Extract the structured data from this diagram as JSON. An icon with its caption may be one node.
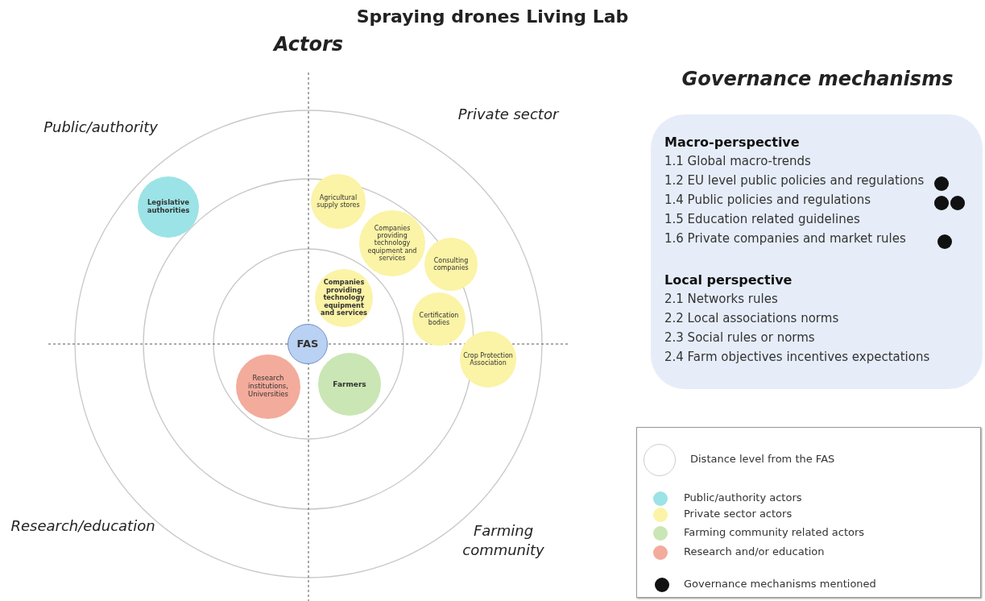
{
  "diagram": {
    "title": "Spraying drones Living Lab",
    "nodes": [
      {
        "text": [
          "Legislative authorities"
        ]
      },
      {
        "text": [
          "Agricultural supply stores"
        ]
      },
      {
        "text": [
          "Companies providing technology equipment and services"
        ]
      },
      {
        "text": [
          "Consulting companies"
        ]
      },
      {
        "text": [
          "Companies providing technology equipment and services"
        ]
      },
      {
        "text": [
          "Certification bodies"
        ]
      },
      {
        "text": [
          "Crop Protection Association"
        ]
      },
      {
        "text": [
          "FAS"
        ]
      },
      {
        "text": [
          "Research institutions, Universities"
        ]
      },
      {
        "text": [
          "Farmers"
        ]
      },
      {
        "text": [
          "Macro-perspective",
          "1.1 Global macro-trends",
          "1.2 EU level public policies and regulations",
          "1.4 Public policies and regulations",
          "1.5 Education related guidelines",
          "1.6 Private companies and market rules",
          "Local perspective",
          "2.1 Networks rules",
          "2.2 Local associations norms",
          "2.3 Social rules or norms",
          "2.4 Farm objectives incentives expectations"
        ]
      },
      {
        "text": [],
        "shape": "circle",
        "in": 10
      },
      {
        "text": [],
        "shape": "circle",
        "in": 10
      },
      {
        "text": [],
        "shape": "circle",
        "in": 10
      },
      {
        "text": [],
        "shape": "circle",
        "in": 10
      }
    ],
    "edges": [],
    "labels": [
      "Actors",
      "Public/authority",
      "Private sector",
      "Research/education",
      "Farming community",
      "Governance mechanisms"
    ],
    "legend": [
      {
        "text": "Distance level from the FAS"
      },
      {
        "text": "Public/authority actors",
        "color": "#9be3e6"
      },
      {
        "text": "Private sector actors",
        "color": "#fbf3a6"
      },
      {
        "text": "Farming community related actors",
        "color": "#c9e6b4"
      },
      {
        "text": "Research and/or education",
        "color": "#f3ab9c"
      },
      {
        "text": "Governance mechanisms mentioned",
        "color": "#111111"
      }
    ]
  }
}
